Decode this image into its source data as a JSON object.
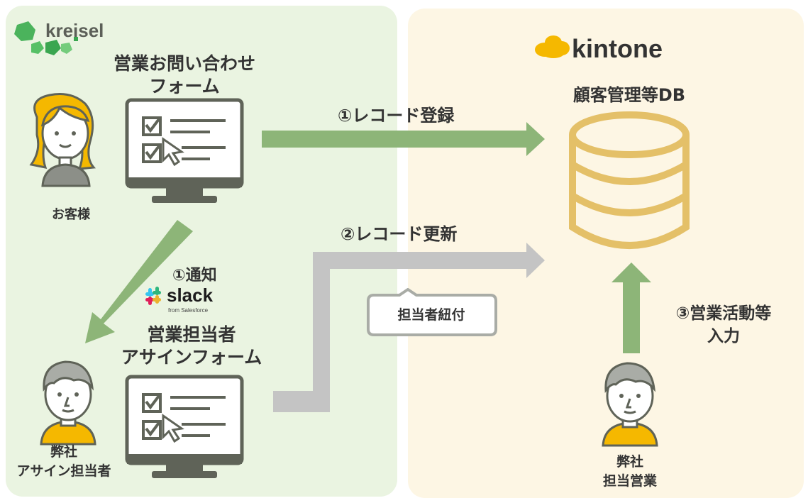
{
  "brand": {
    "kreisel": "kreisel",
    "kintone": "kintone",
    "slack": "slack",
    "slack_sub": "from Salesforce"
  },
  "labels": {
    "inquiry_form": [
      "営業お問い合わせ",
      "フォーム"
    ],
    "customer": "お客様",
    "assign_form": [
      "営業担当者",
      "アサインフォーム"
    ],
    "our_assignee": [
      "弊社",
      "アサイン担当者"
    ],
    "db_title": "顧客管理等DB",
    "our_sales": [
      "弊社",
      "担当営業"
    ],
    "tag_assignee": "担当者紐付"
  },
  "flows": {
    "register": "①レコード登録",
    "notify": "①通知",
    "update": "②レコード更新",
    "sales_input": [
      "③営業活動等",
      "入力"
    ]
  },
  "colors": {
    "left_panel_bg": "#eaf4e1",
    "right_panel_bg": "#fdf6e4",
    "green_arrow": "#8db578",
    "gray_arrow": "#c4c4c4",
    "kintone_yellow": "#f5b800",
    "db_gold": "#e4c068",
    "monitor_dark": "#5f6358",
    "person_yellow": "#f5b800"
  }
}
